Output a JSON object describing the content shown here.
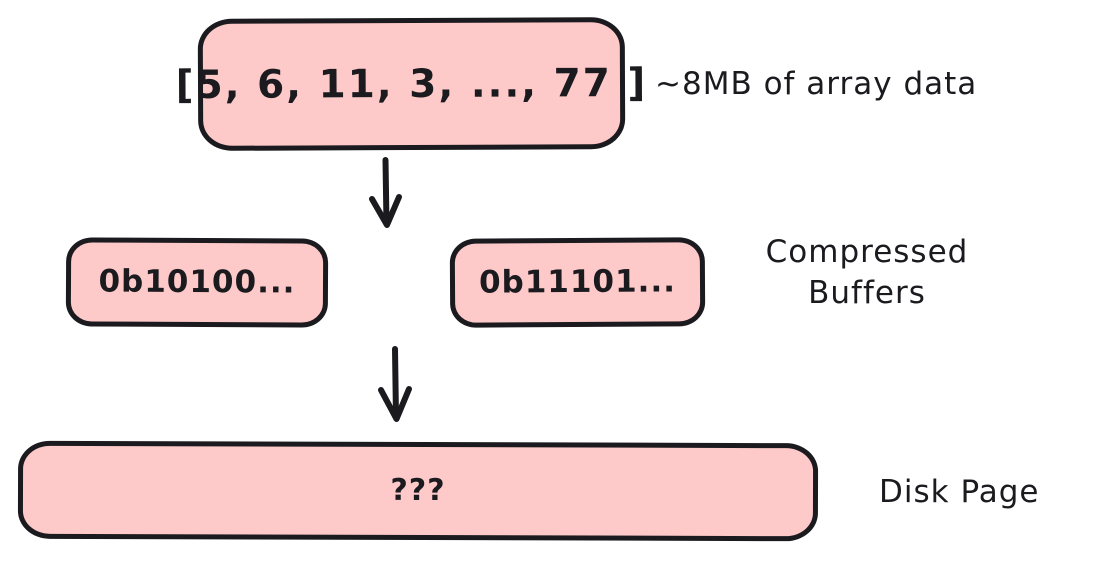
{
  "diagram": {
    "title": "Array data compression to disk page",
    "background_color": "#ffffff",
    "node_fill_color": "#fdc9c9",
    "stroke_color": "#1b1b1f",
    "nodes": [
      {
        "id": "array",
        "label": "[5, 6, 11, 3, ..., 77 ]"
      },
      {
        "id": "buffer_left",
        "label": "0b10100..."
      },
      {
        "id": "buffer_right",
        "label": "0b11101..."
      },
      {
        "id": "disk_page",
        "label": "???"
      }
    ],
    "annotations": {
      "array": "~8MB of array data",
      "buffers_line1": "Compressed",
      "buffers_line2": "Buffers",
      "disk": "Disk Page"
    },
    "arrows": [
      {
        "id": "array-to-buffers",
        "from": "array",
        "to": "buffer_left",
        "direction": "down"
      },
      {
        "id": "buffers-to-disk",
        "from": "buffer_left",
        "to": "disk_page",
        "direction": "down"
      }
    ]
  }
}
